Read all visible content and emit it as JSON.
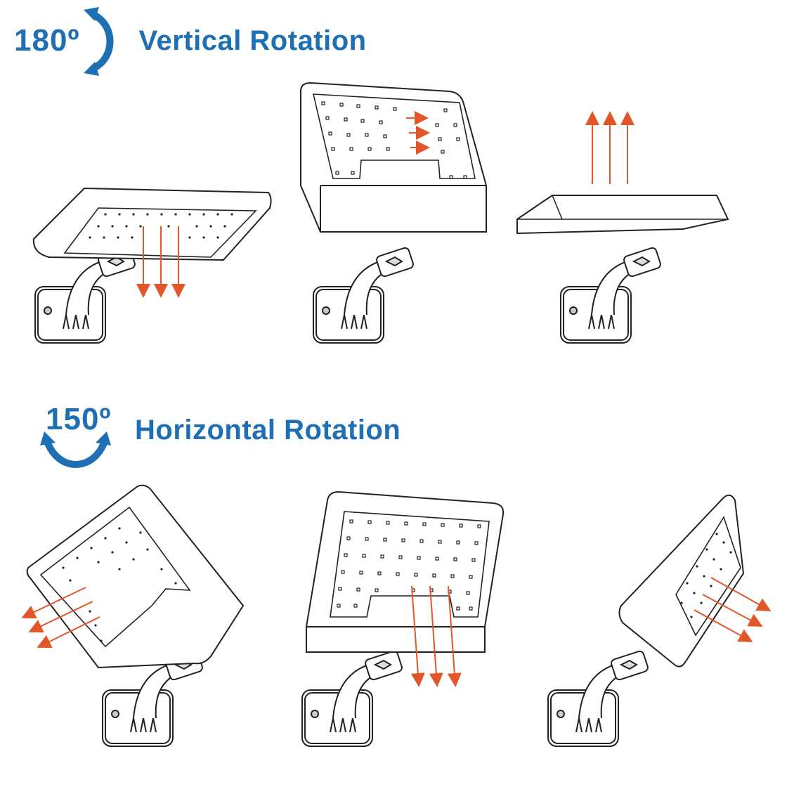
{
  "colors": {
    "accent_blue": "#1f6fb5",
    "arrow_orange": "#e2562a",
    "outline": "#222222"
  },
  "vertical": {
    "degree": "180º",
    "title": "Vertical Rotation",
    "icon": "rotate-arc-vertical-icon"
  },
  "horizontal": {
    "degree": "150º",
    "title": "Horizontal Rotation",
    "icon": "rotate-arc-horizontal-icon"
  }
}
